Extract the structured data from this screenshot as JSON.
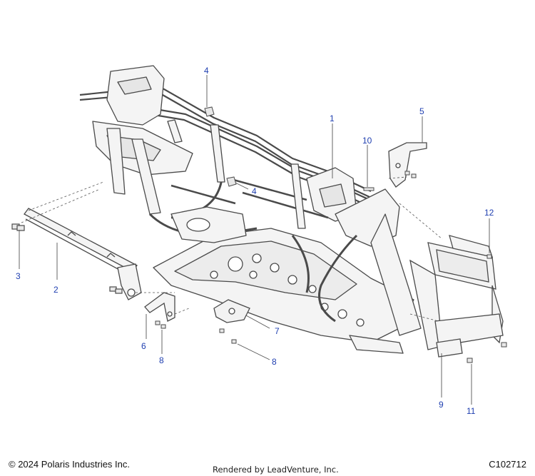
{
  "callouts": [
    {
      "id": "c1",
      "label": "1"
    },
    {
      "id": "c2",
      "label": "2"
    },
    {
      "id": "c3",
      "label": "3"
    },
    {
      "id": "c4a",
      "label": "4"
    },
    {
      "id": "c4b",
      "label": "4"
    },
    {
      "id": "c5",
      "label": "5"
    },
    {
      "id": "c6",
      "label": "6"
    },
    {
      "id": "c7",
      "label": "7"
    },
    {
      "id": "c8a",
      "label": "8"
    },
    {
      "id": "c8b",
      "label": "8"
    },
    {
      "id": "c9",
      "label": "9"
    },
    {
      "id": "c10",
      "label": "10"
    },
    {
      "id": "c11",
      "label": "11"
    },
    {
      "id": "c12",
      "label": "12"
    }
  ],
  "footer": {
    "copyright": "© 2024 Polaris Industries Inc.",
    "rendered_by": "Rendered by LeadVenture, Inc.",
    "figure_id": "C102712"
  },
  "colors": {
    "callout_text": "#1f3fb0",
    "leader_line": "#555555",
    "part_stroke": "#4a4a4a",
    "part_fill": "#f4f4f4"
  }
}
